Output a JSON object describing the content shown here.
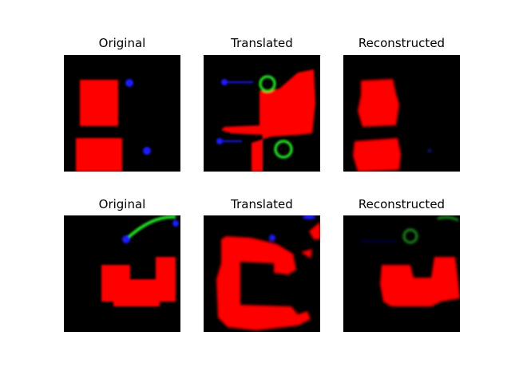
{
  "figure": {
    "rows": [
      {
        "panels": [
          {
            "title": "Original"
          },
          {
            "title": "Translated"
          },
          {
            "title": "Reconstructed"
          }
        ]
      },
      {
        "panels": [
          {
            "title": "Original"
          },
          {
            "title": "Translated"
          },
          {
            "title": "Reconstructed"
          }
        ]
      }
    ]
  },
  "colors": {
    "background": "#ffffff",
    "panel_background": "#000000",
    "shape_red": "#ff0000",
    "dot_blue": "#1a1aff",
    "ring_green": "#22dd22"
  }
}
